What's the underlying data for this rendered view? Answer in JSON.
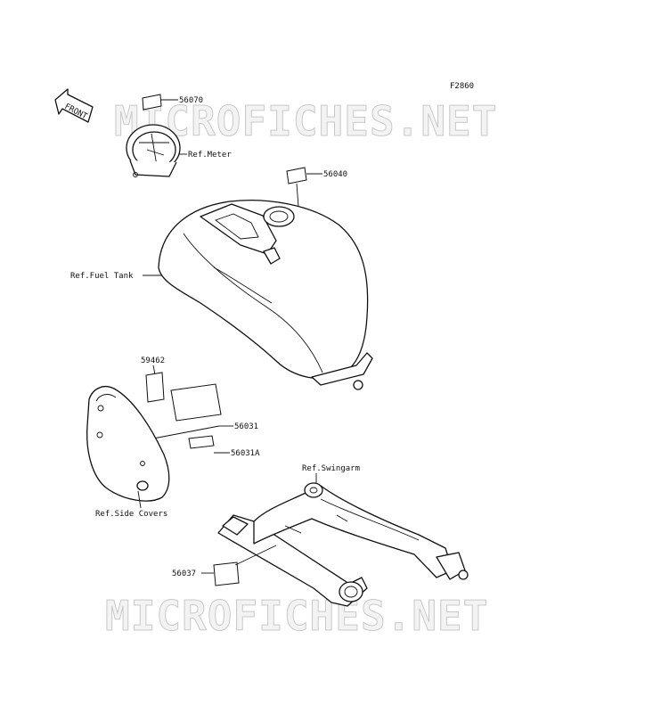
{
  "figure_code": "F2860",
  "watermark": "MICROFICHES.NET",
  "front_arrow_label": "FRONT",
  "labels": {
    "p56070": "56070",
    "ref_meter": "Ref.Meter",
    "p56040": "56040",
    "ref_fuel_tank": "Ref.Fuel Tank",
    "p59462": "59462",
    "p56031": "56031",
    "p56031a": "56031A",
    "ref_side_covers": "Ref.Side Covers",
    "ref_swingarm": "Ref.Swingarm",
    "p56037": "56037"
  }
}
